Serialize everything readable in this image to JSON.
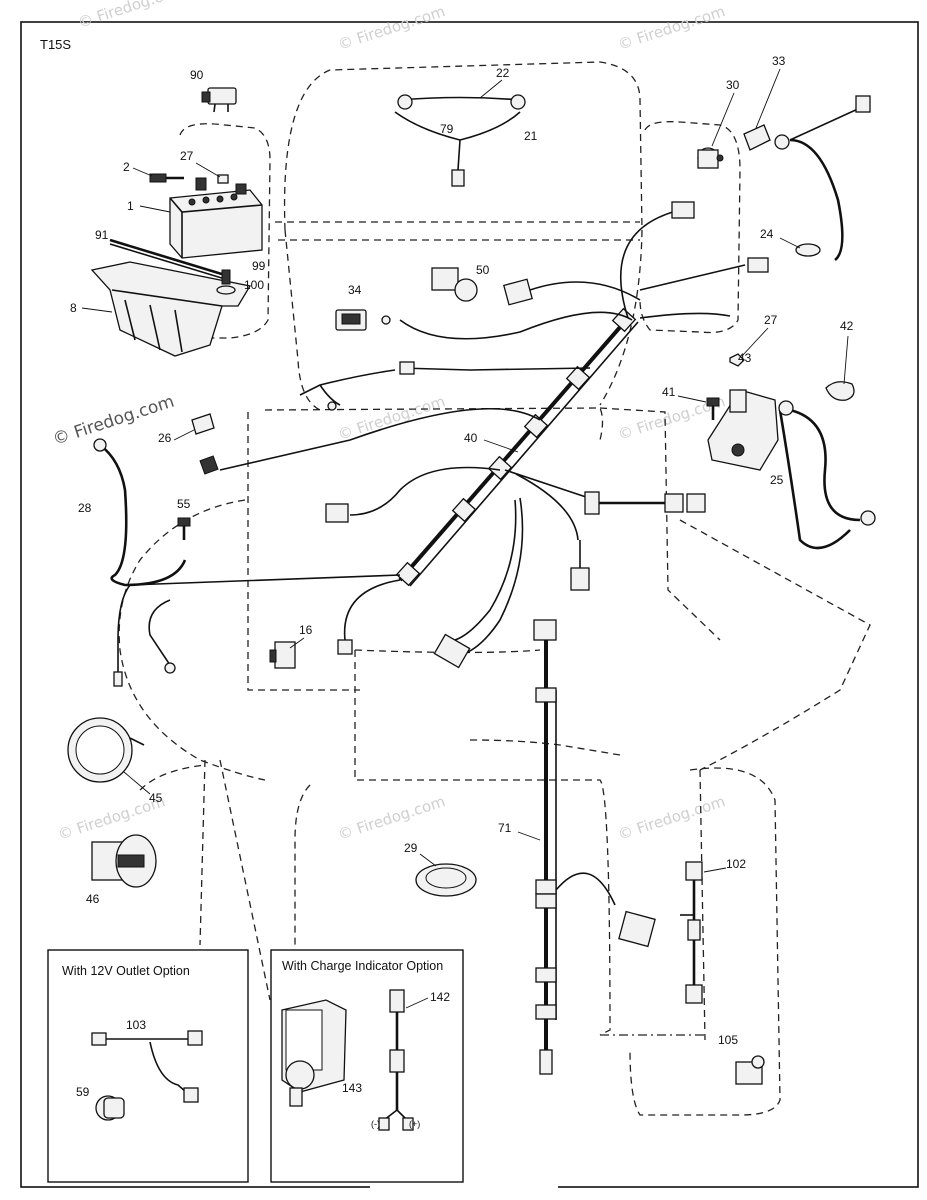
{
  "diagram": {
    "model_code": "T15S",
    "watermark": "© Firedog.com",
    "watermark_prominent": "© Firedog.com",
    "callouts": {
      "c90": "90",
      "c2": "2",
      "c27a": "27",
      "c1": "1",
      "c91": "91",
      "c99": "99",
      "c100": "100",
      "c8": "8",
      "c22": "22",
      "c79": "79",
      "c21": "21",
      "c30": "30",
      "c33": "33",
      "c24": "24",
      "c50": "50",
      "c34": "34",
      "c27b": "27",
      "c42": "42",
      "c43": "43",
      "c41": "41",
      "c26": "26",
      "c40": "40",
      "c25": "25",
      "c28": "28",
      "c55": "55",
      "c16": "16",
      "c45": "45",
      "c71": "71",
      "c29": "29",
      "c102": "102",
      "c46": "46",
      "c103": "103",
      "c59": "59",
      "c142": "142",
      "c143": "143",
      "c105": "105"
    },
    "options": {
      "outlet_title": "With 12V Outlet Option",
      "charge_title": "With Charge Indicator Option",
      "minus_label": "(-)",
      "plus_label": "(+)"
    }
  }
}
